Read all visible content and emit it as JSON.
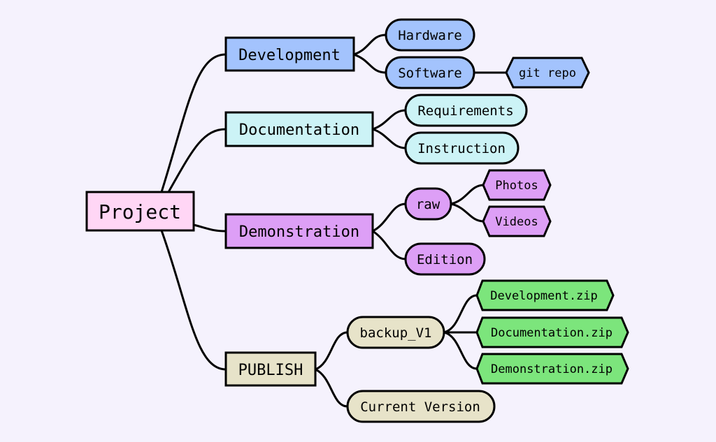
{
  "colors": {
    "background": "#f5f2fd",
    "root": "#ffd6f5",
    "development": "#a3c3fd",
    "documentation": "#ccf3f6",
    "demonstration": "#dd9ff6",
    "publish": "#e7e3c9",
    "zip": "#7ce57c"
  },
  "root": {
    "label": "Project"
  },
  "branches": {
    "development": {
      "label": "Development",
      "hardware": "Hardware",
      "software": "Software",
      "git_repo": "git repo"
    },
    "documentation": {
      "label": "Documentation",
      "requirements": "Requirements",
      "instruction": "Instruction"
    },
    "demonstration": {
      "label": "Demonstration",
      "raw": "raw",
      "photos": "Photos",
      "videos": "Videos",
      "edition": "Edition"
    },
    "publish": {
      "label": "PUBLISH",
      "backup": "backup_V1",
      "development_zip": "Development.zip",
      "documentation_zip": "Documentation.zip",
      "demonstration_zip": "Demonstration.zip",
      "current_version": "Current Version"
    }
  }
}
